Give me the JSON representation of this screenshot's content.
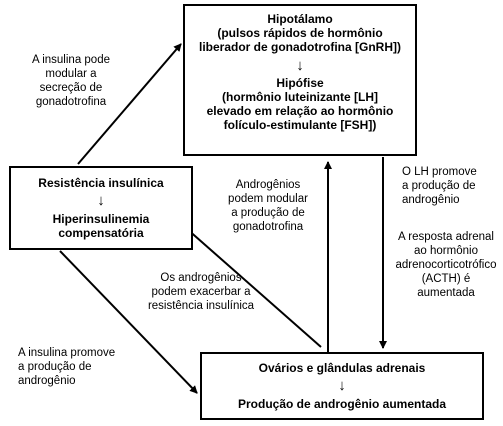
{
  "boxes": {
    "top": {
      "title": "Hipotálamo",
      "lines": [
        "(pulsos rápidos de hormônio",
        "liberador de gonadotrofina [GnRH])"
      ],
      "arrow": "↓",
      "title2": "Hipófise",
      "lines2": [
        "(hormônio luteinizante [LH]",
        "elevado em relação ao hormônio",
        "folículo-estimulante [FSH])"
      ]
    },
    "left": {
      "title": "Resistência insulínica",
      "arrow": "↓",
      "lines2": [
        "Hiperinsulinemia",
        "compensatória"
      ]
    },
    "bottom": {
      "title": "Ovários e glândulas adrenais",
      "arrow": "↓",
      "title2": "Produção de androgênio aumentada"
    }
  },
  "labels": {
    "insulin_modulate": [
      "A insulina pode",
      "modular a",
      "secreção de",
      "gonadotrofina"
    ],
    "lh_promotes": [
      "O LH promove",
      "a produção de",
      "androgênio"
    ],
    "androgens_modulate": [
      "Androgênios",
      "podem modular",
      "a produção de",
      "gonadotrofina"
    ],
    "adrenal_response": [
      "A resposta adrenal",
      "ao hormônio",
      "adrenocorticotrófico",
      "(ACTH) é",
      "aumentada"
    ],
    "androgens_exacerbate": [
      "Os androgênios",
      "podem exacerbar a",
      "resistência insulínica"
    ],
    "insulin_promotes": [
      "A insulina promove",
      "a produção de",
      "androgênio"
    ]
  }
}
